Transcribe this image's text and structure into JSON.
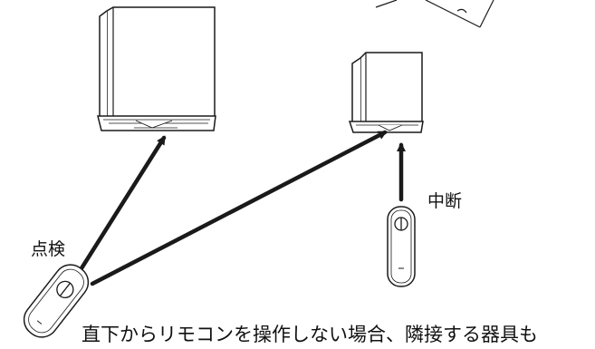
{
  "labels": {
    "check": "点検",
    "stop": "中断",
    "caption": "直下からリモコンを操作しない場合、隣接する器具も"
  },
  "colors": {
    "line": "#1a1a1a",
    "background": "#ffffff"
  },
  "icons": {
    "remote_symbol": "power-circle-icon"
  }
}
